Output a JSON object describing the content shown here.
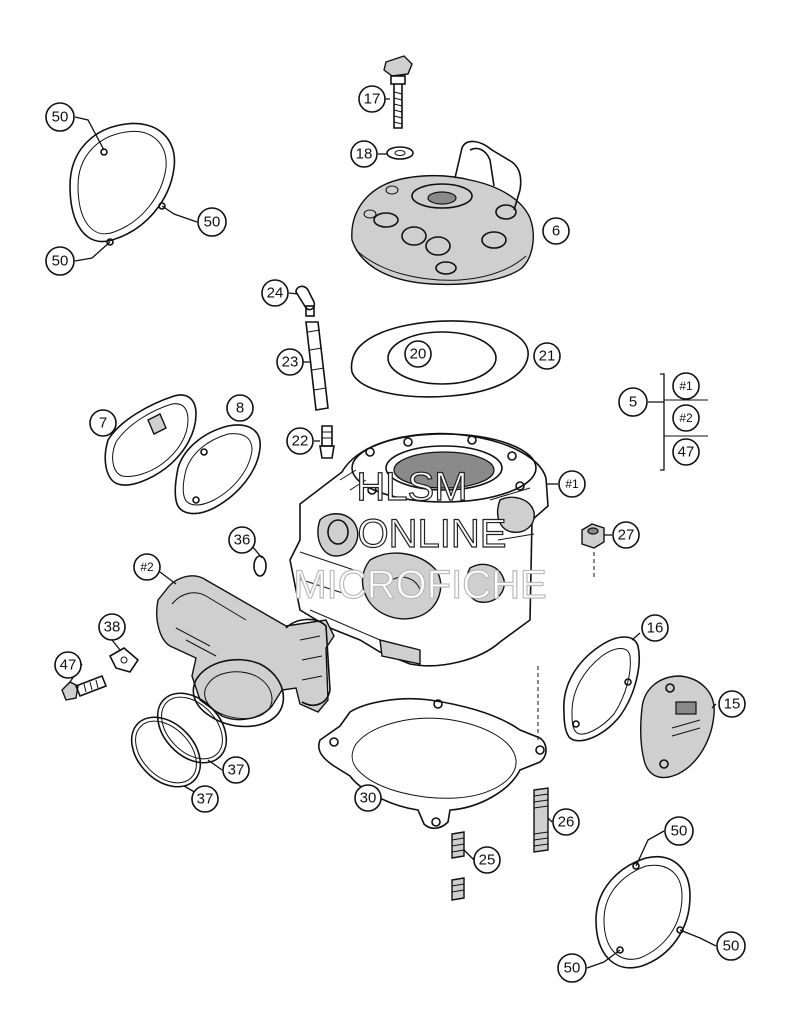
{
  "callouts": {
    "c17": "17",
    "c18": "18",
    "c6": "6",
    "c24": "24",
    "c23": "23",
    "c20": "20",
    "c21": "21",
    "c5": "5",
    "c5a": "#1",
    "c5b": "#2",
    "c5c": "47",
    "c7": "7",
    "c8": "8",
    "c22": "22",
    "c1": "#1",
    "c27": "27",
    "c36": "36",
    "c2": "#2",
    "c38": "38",
    "c47": "47",
    "c16": "16",
    "c15": "15",
    "c37a": "37",
    "c37b": "37",
    "c30": "30",
    "c26": "26",
    "c25": "25",
    "c50a": "50",
    "c50b": "50",
    "c50c": "50",
    "c50d": "50",
    "c50e": "50",
    "c50f": "50"
  },
  "watermark": {
    "line1": "HLSM",
    "line2": "ONLINE",
    "line3": "MICROFICHE"
  }
}
